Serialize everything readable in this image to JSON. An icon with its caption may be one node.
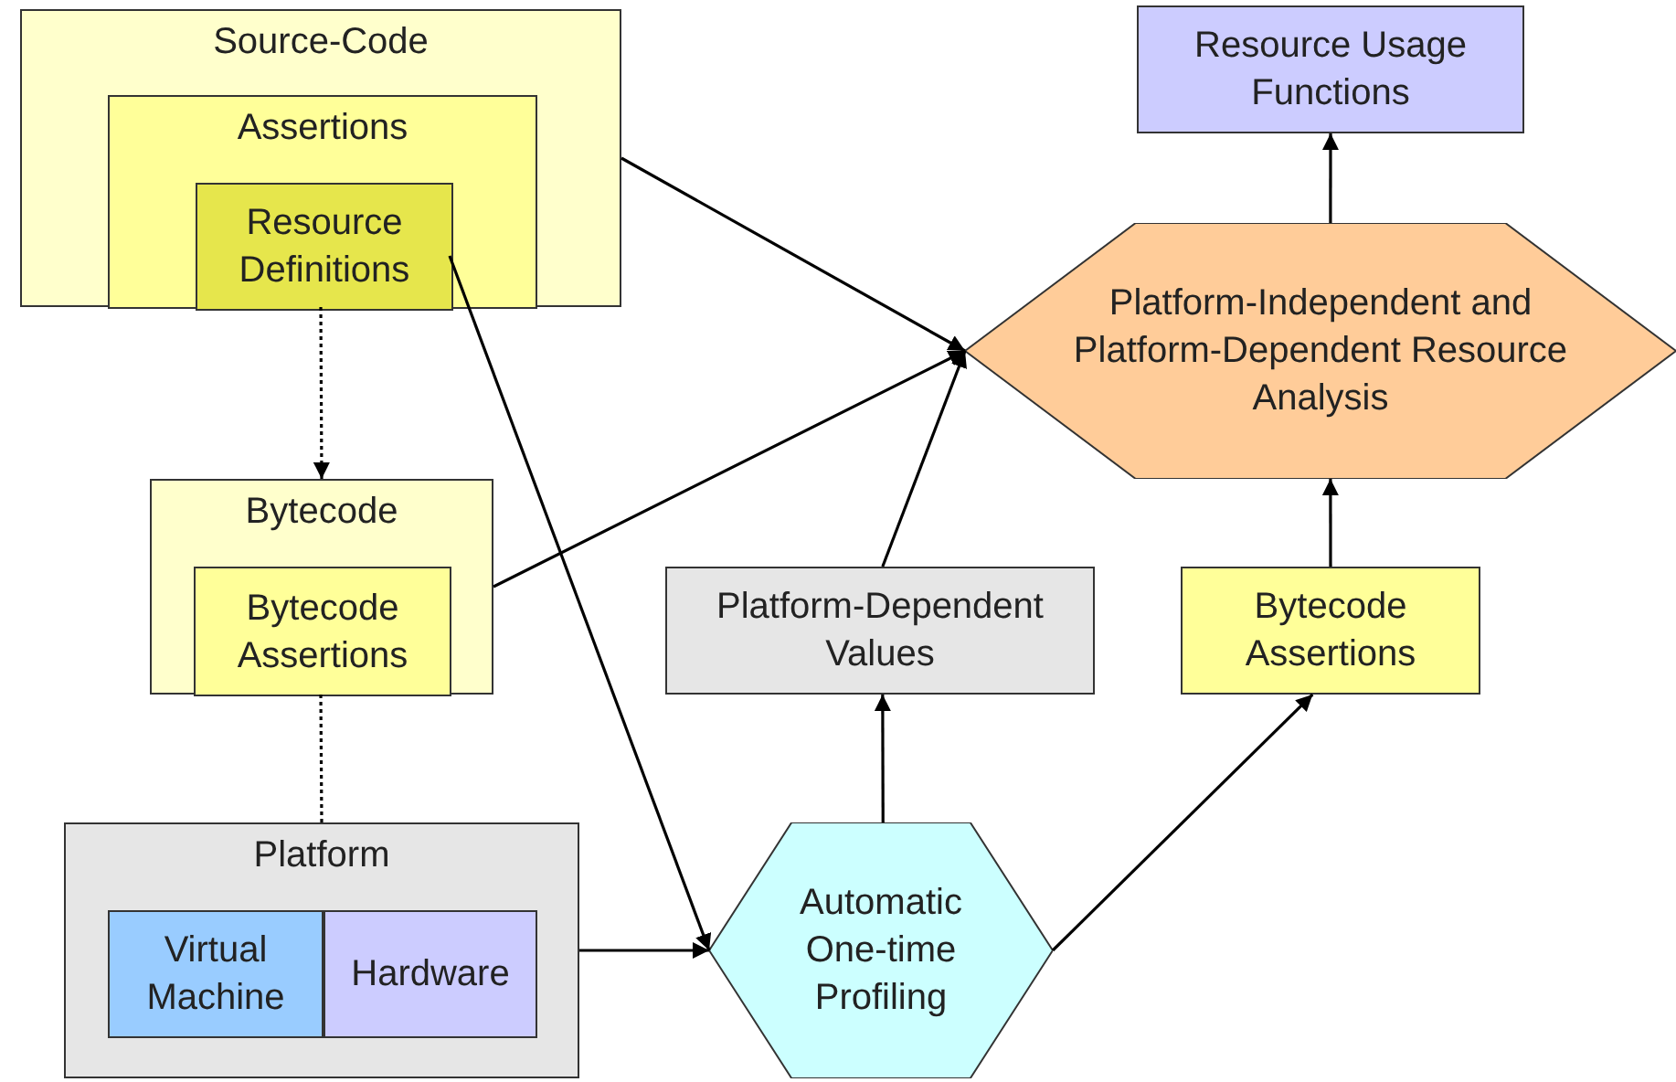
{
  "diagram": {
    "nodes": [
      {
        "text": [
          "Source-Code"
        ]
      },
      {
        "text": [
          "Assertions"
        ],
        "in": 0
      },
      {
        "text": [
          "Resource Definitions"
        ],
        "in": 1
      },
      {
        "text": [
          "Bytecode"
        ]
      },
      {
        "text": [
          "Bytecode Assertions"
        ],
        "in": 3
      },
      {
        "text": [
          "Platform"
        ]
      },
      {
        "text": [
          "Virtual Machine"
        ],
        "in": 5
      },
      {
        "text": [
          "Hardware"
        ],
        "in": 5
      },
      {
        "text": [
          "Resource Usage Functions"
        ]
      },
      {
        "text": [
          "Platform-Independent and Platform-Dependent Resource Analysis"
        ]
      },
      {
        "text": [
          "Platform-Dependent Values"
        ]
      },
      {
        "text": [
          "Bytecode Assertions"
        ]
      },
      {
        "text": [
          "Automatic One-time Profiling"
        ]
      }
    ],
    "edges": [
      {
        "from": 0,
        "to": 9,
        "arrow": "to"
      },
      {
        "from": 3,
        "to": 9,
        "arrow": "to"
      },
      {
        "from": 2,
        "to": 12,
        "arrow": "to"
      },
      {
        "from": 5,
        "to": 12,
        "arrow": "to"
      },
      {
        "from": 12,
        "to": 10,
        "arrow": "to"
      },
      {
        "from": 10,
        "to": 9,
        "arrow": "to"
      },
      {
        "from": 12,
        "to": 11,
        "arrow": "to"
      },
      {
        "from": 11,
        "to": 9,
        "arrow": "to"
      },
      {
        "from": 9,
        "to": 8,
        "arrow": "to"
      },
      {
        "from": 2,
        "to": 3,
        "arrow": "to",
        "style": "dashed"
      },
      {
        "from": 4,
        "to": 5,
        "arrow": "none",
        "style": "dashed"
      }
    ]
  }
}
